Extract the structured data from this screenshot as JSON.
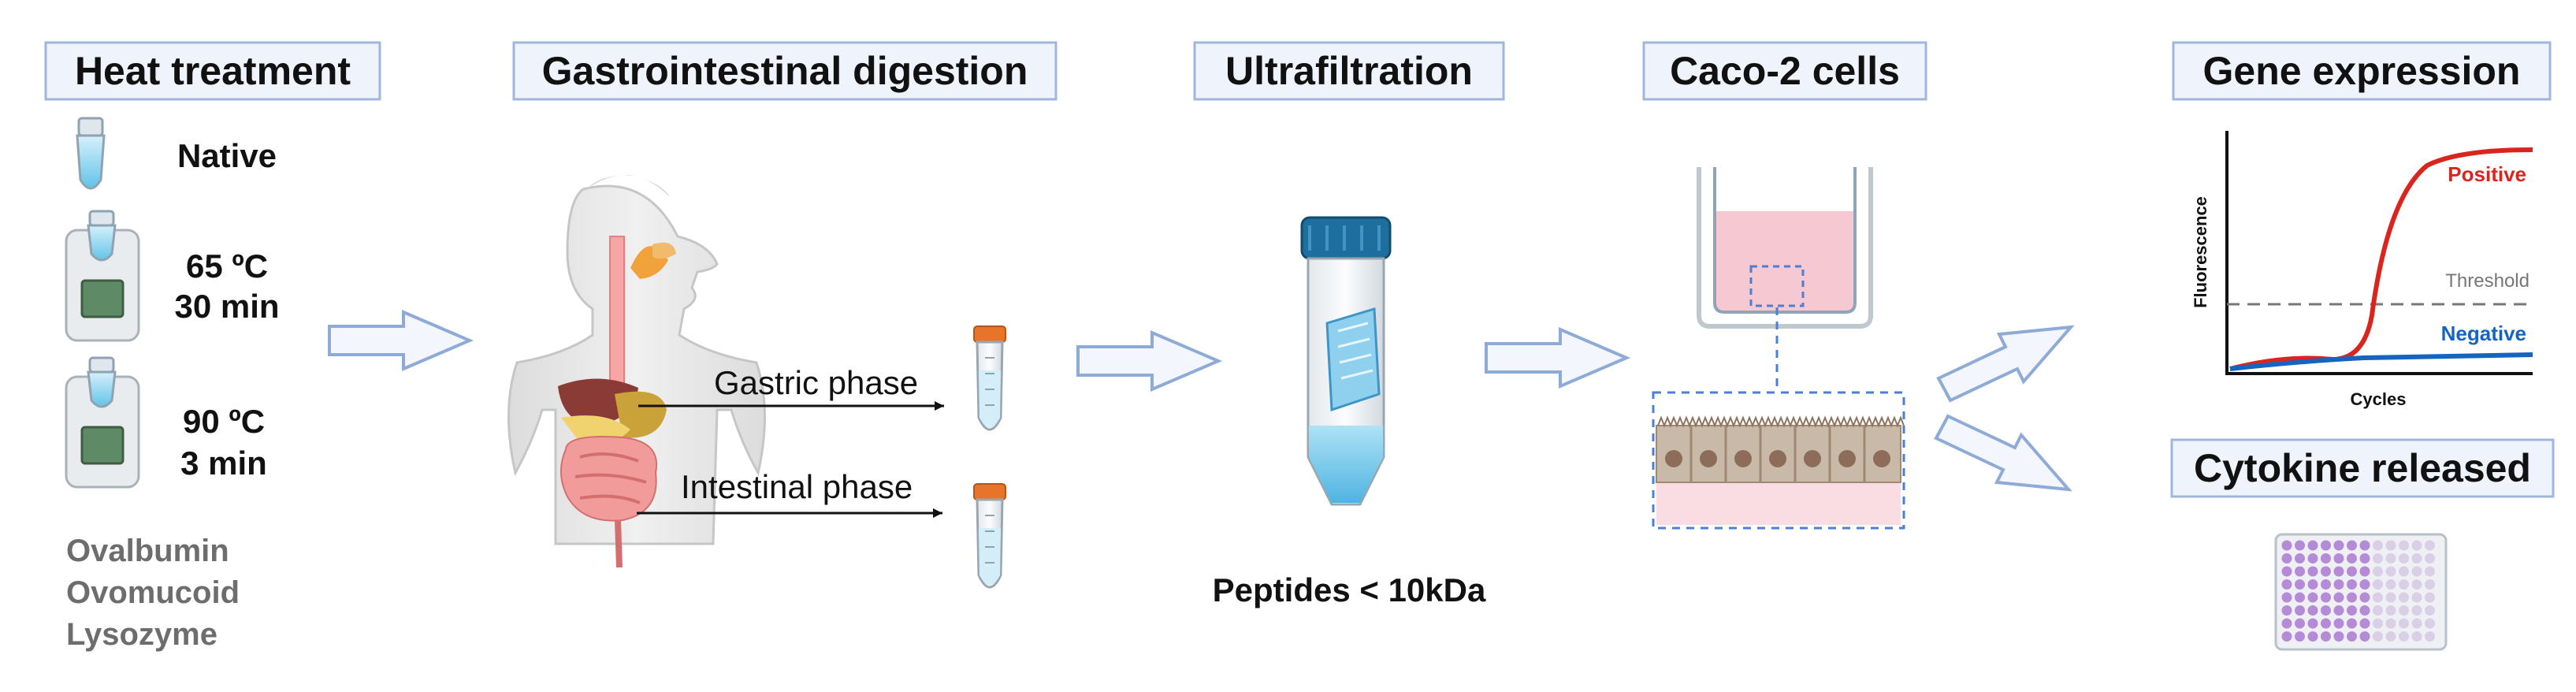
{
  "stages": {
    "heat": {
      "title": "Heat treatment",
      "conditions": [
        {
          "line1": "Native",
          "line2": ""
        },
        {
          "line1": "65 ºC",
          "line2": "30 min"
        },
        {
          "line1": "90 ºC",
          "line2": "3 min"
        }
      ],
      "proteins": [
        "Ovalbumin",
        "Ovomucoid",
        "Lysozyme"
      ]
    },
    "digestion": {
      "title": "Gastrointestinal digestion",
      "phases": [
        "Gastric phase",
        "Intestinal phase"
      ]
    },
    "ultrafiltration": {
      "title": "Ultrafiltration",
      "caption": "Peptides < 10kDa"
    },
    "caco2": {
      "title": "Caco-2 cells"
    },
    "gene": {
      "title": "Gene expression",
      "chart": {
        "ylabel": "Fluorescence",
        "xlabel": "Cycles",
        "series_positive": "Positive",
        "series_negative": "Negative",
        "threshold_label": "Threshold"
      }
    },
    "cytokine": {
      "title": "Cytokine released"
    }
  },
  "colors": {
    "heading_fill": "#eef3fc",
    "heading_border": "#9fb6dd",
    "arrow_stroke": "#8eaad6",
    "positive": "#d9251d",
    "negative": "#1565c0",
    "threshold": "#777777",
    "tube_cap": "#e8742c",
    "falcon_cap": "#1f6f9e",
    "cell_medium": "#f6c9d2",
    "well": "#b58ad6"
  }
}
